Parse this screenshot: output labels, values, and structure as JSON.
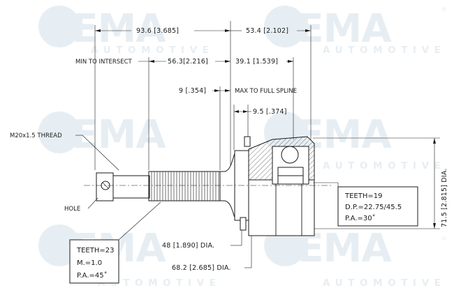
{
  "watermark": {
    "brand": "VEMA",
    "tagline": "AUTOMOTIVE",
    "registered": "®"
  },
  "dimensions": {
    "overall_length": "93.6 [3.685]",
    "outer_to_ref": "53.4 [2.102]",
    "min_to_intersect_label": "MIN TO INTERSECT",
    "min_to_intersect_value": "56.3[2.216]",
    "to_spline": "39.1 [1.539]",
    "spline_offset": "9 [.354]",
    "max_full_spline": "MAX TO FULL SPLINE",
    "spline_step": "9.5 [.374]",
    "thread": "M20x1.5 THREAD",
    "hole": "HOLE",
    "seal_dia": "48 [1.890] DIA.",
    "body_dia": "68.2 [2.685] DIA.",
    "outer_dia": "71.5 [2.815] DIA."
  },
  "spec_outer": {
    "teeth": "TEETH=19",
    "dp": "D.P.=22.75/45.5",
    "pa": "P.A.=30˚"
  },
  "spec_shaft": {
    "teeth": "TEETH=23",
    "m": "M.=1.0",
    "pa": "P.A.=45˚"
  }
}
